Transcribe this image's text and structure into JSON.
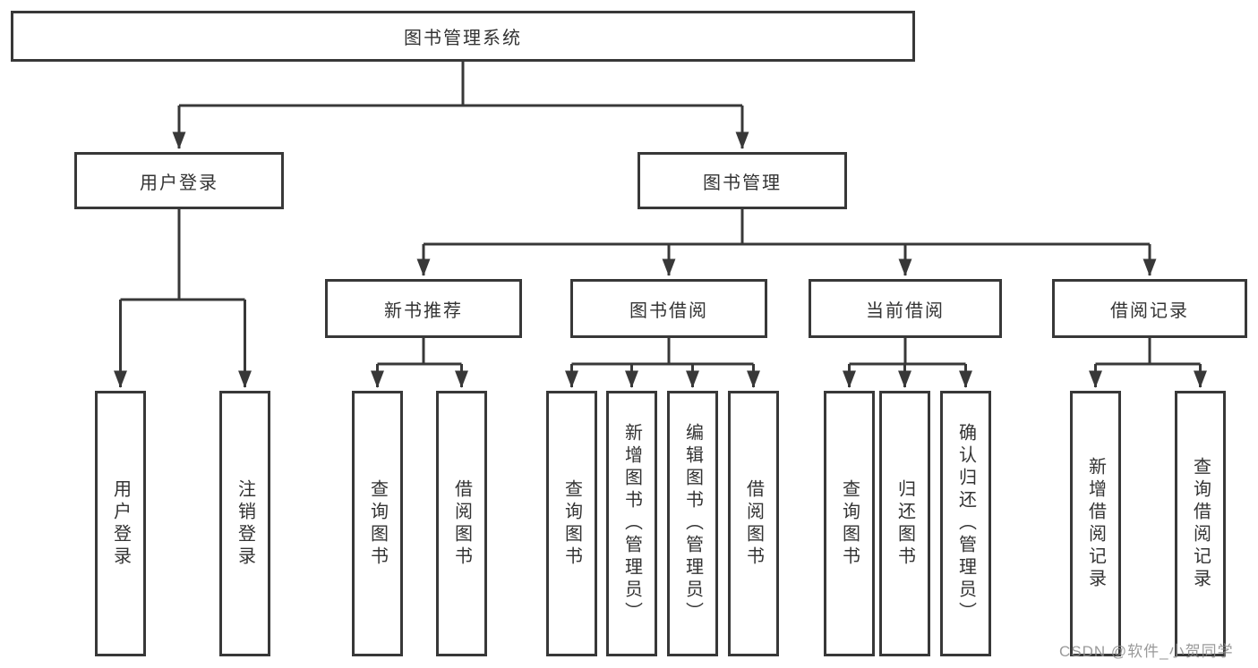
{
  "tree": {
    "root": {
      "label": "图书管理系统"
    },
    "branches": [
      {
        "label": "用户登录",
        "children": [
          {
            "label": "用户登录"
          },
          {
            "label": "注销登录"
          }
        ]
      },
      {
        "label": "图书管理",
        "children": [
          {
            "label": "新书推荐",
            "children": [
              {
                "label": "查询图书"
              },
              {
                "label": "借阅图书"
              }
            ]
          },
          {
            "label": "图书借阅",
            "children": [
              {
                "label": "查询图书"
              },
              {
                "label": "新增图书（管理员）"
              },
              {
                "label": "编辑图书（管理员）"
              },
              {
                "label": "借阅图书"
              }
            ]
          },
          {
            "label": "当前借阅",
            "children": [
              {
                "label": "查询图书"
              },
              {
                "label": "归还图书"
              },
              {
                "label": "确认归还（管理员）"
              }
            ]
          },
          {
            "label": "借阅记录",
            "children": [
              {
                "label": "新增借阅记录"
              },
              {
                "label": "查询借阅记录"
              }
            ]
          }
        ]
      }
    ]
  },
  "colors": {
    "line": "#383838",
    "text": "#333333",
    "watermark": "#8c8c8c"
  },
  "watermark": {
    "text": "CSDN @软件_小贺同学"
  }
}
